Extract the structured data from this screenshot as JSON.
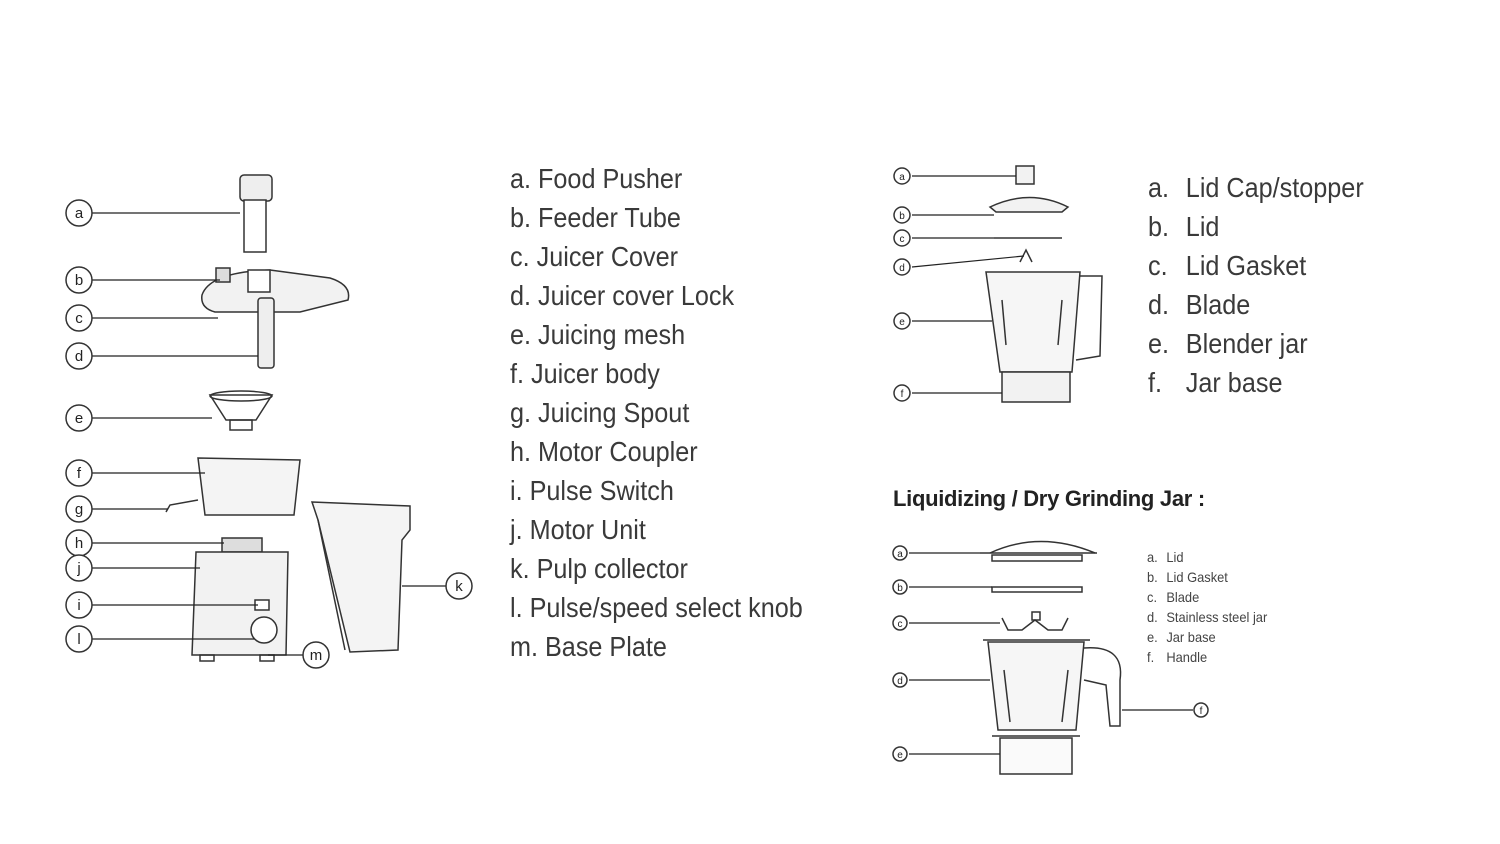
{
  "juicer": {
    "callouts": [
      "a",
      "b",
      "c",
      "d",
      "e",
      "f",
      "g",
      "h",
      "j",
      "i",
      "l",
      "m",
      "k"
    ],
    "items": [
      "a. Food Pusher",
      "b. Feeder Tube",
      "c. Juicer Cover",
      "d. Juicer cover Lock",
      "e. Juicing mesh",
      "f. Juicer body",
      "g. Juicing Spout",
      "h. Motor Coupler",
      "i. Pulse Switch",
      "j. Motor Unit",
      "k. Pulp collector",
      "l. Pulse/speed select knob",
      "m. Base Plate"
    ]
  },
  "blender": {
    "callouts": [
      "a",
      "b",
      "c",
      "d",
      "e",
      "f"
    ],
    "items": [
      {
        "key": "a.",
        "label": "Lid Cap/stopper"
      },
      {
        "key": "b.",
        "label": "Lid"
      },
      {
        "key": "c.",
        "label": "Lid Gasket"
      },
      {
        "key": "d.",
        "label": "Blade"
      },
      {
        "key": "e.",
        "label": "Blender jar"
      },
      {
        "key": "f.",
        "label": "Jar base"
      }
    ]
  },
  "grinding": {
    "heading": "Liquidizing / Dry Grinding Jar :",
    "callouts": [
      "a",
      "b",
      "c",
      "d",
      "e",
      "f"
    ],
    "items": [
      {
        "key": "a.",
        "label": "Lid"
      },
      {
        "key": "b.",
        "label": "Lid Gasket"
      },
      {
        "key": "c.",
        "label": "Blade"
      },
      {
        "key": "d.",
        "label": "Stainless steel jar"
      },
      {
        "key": "e.",
        "label": "Jar base"
      },
      {
        "key": "f.",
        "label": "Handle"
      }
    ]
  }
}
